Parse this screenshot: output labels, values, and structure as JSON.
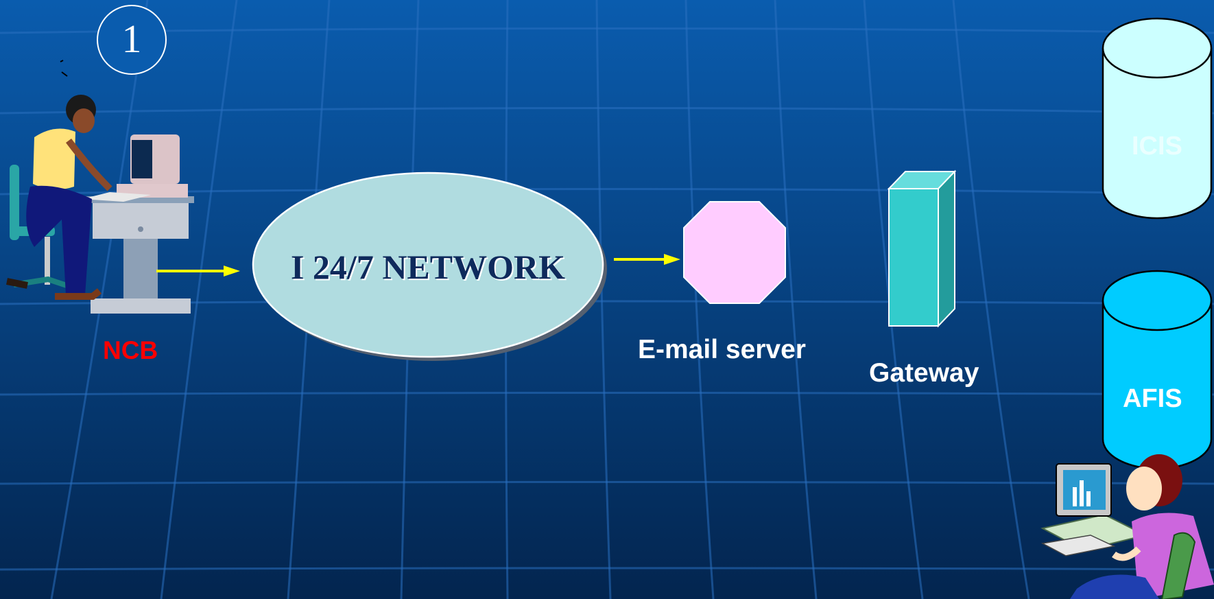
{
  "colors": {
    "background_top": "#0a5cae",
    "background_bottom": "#03254f",
    "arrow": "#ffff00",
    "ncb_label": "#ff0000",
    "network_ellipse": "#b0dce0",
    "email_server": "#ffccff",
    "gateway_front": "#33cccc",
    "icis_db": "#ccffff",
    "afis_db": "#00ccff"
  },
  "diagram": {
    "step_number": "1",
    "network_label": "I 24/7 NETWORK",
    "nodes": {
      "ncb": "NCB",
      "email_server": "E-mail server",
      "gateway": "Gateway",
      "icis": "ICIS",
      "afis": "AFIS"
    },
    "icons": [
      "man-at-computer-icon",
      "woman-at-computer-icon",
      "octagon-server-icon",
      "gateway-box-icon",
      "database-cylinder-icon"
    ]
  }
}
